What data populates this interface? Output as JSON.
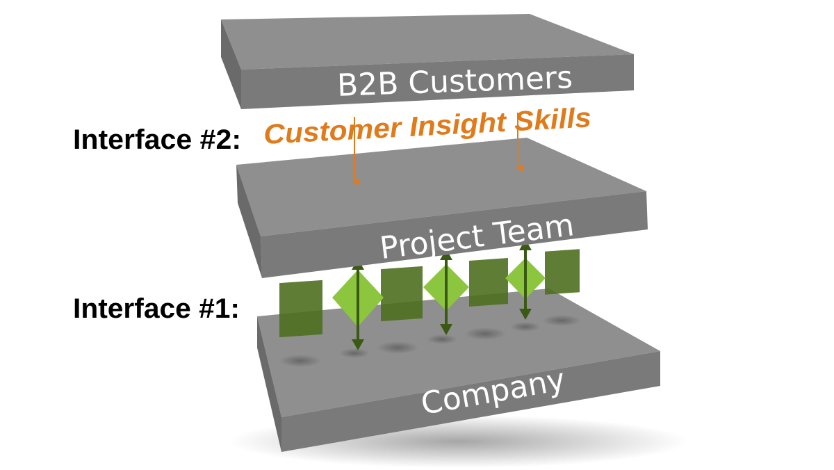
{
  "interfaces": {
    "interface2_label": "Interface #2:",
    "interface2_skill": "Customer Insight Skills",
    "interface1_label": "Interface #1:"
  },
  "layers": {
    "top": "B2B Customers",
    "middle": "Project Team",
    "bottom": "Company"
  },
  "colors": {
    "slab_face": "#7d7d7d",
    "slab_top": "#8e8e8e",
    "insight_orange": "#e07b1c",
    "block_dark_green": "#4f6f1f",
    "diamond_light_green": "#8cc63f",
    "arrow_green": "#3a5a14"
  }
}
